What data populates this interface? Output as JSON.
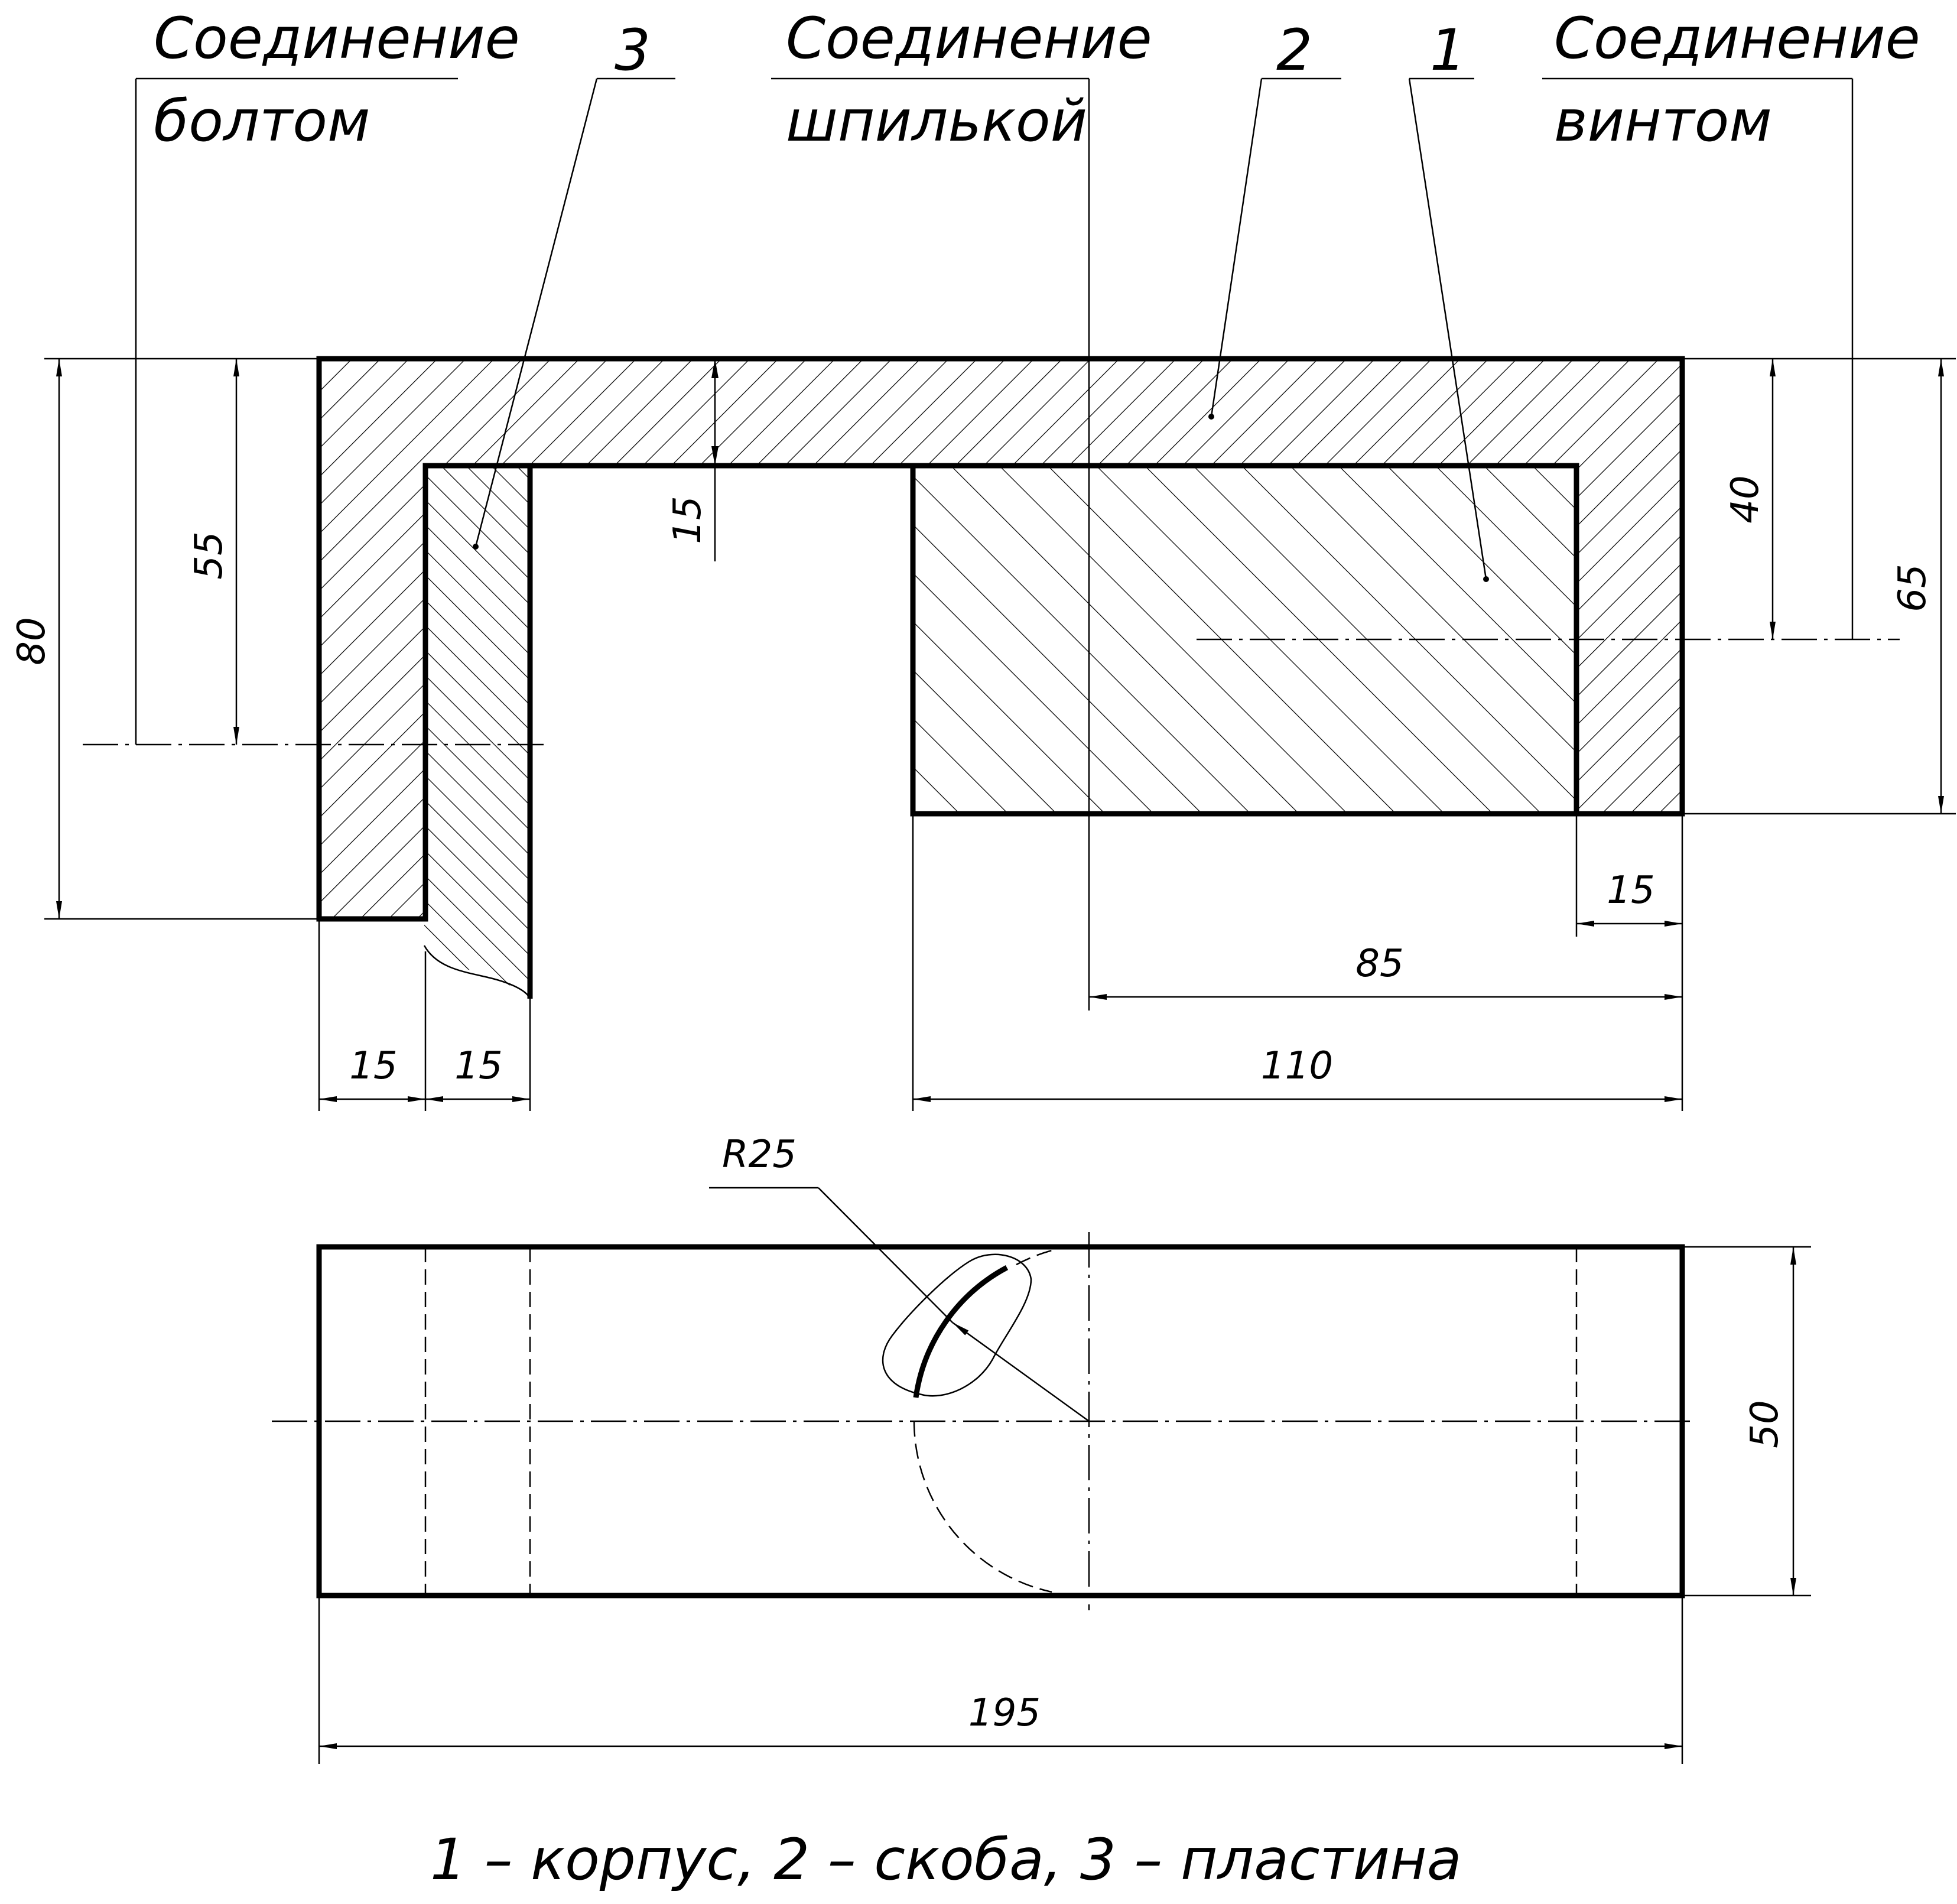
{
  "callouts": {
    "bolt_line1": "Соединение",
    "bolt_line2": "болтом",
    "stud_line1": "Соединение",
    "stud_line2": "шпилькой",
    "screw_line1": "Соединение",
    "screw_line2": "винтом",
    "part3": "3",
    "part2": "2",
    "part1": "1"
  },
  "dimensions": {
    "d80": "80",
    "d55": "55",
    "d15_top": "15",
    "d40": "40",
    "d65": "65",
    "d15_right": "15",
    "d85": "85",
    "d15_left_a": "15",
    "d15_left_b": "15",
    "d110": "110",
    "r25": "R25",
    "d50": "50",
    "d195": "195"
  },
  "caption": "1 – корпус, 2 – скоба, 3 – пластина"
}
